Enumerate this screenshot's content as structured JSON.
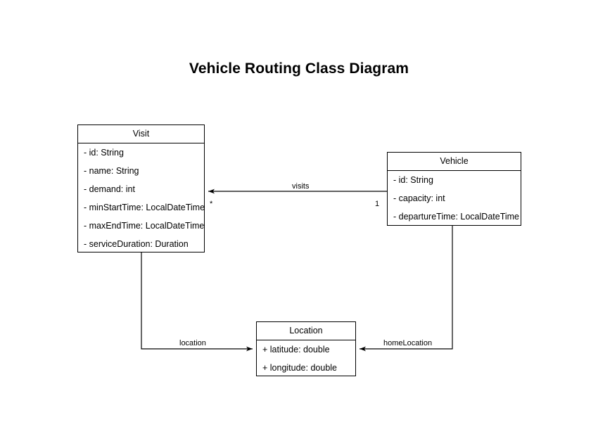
{
  "title": "Vehicle Routing Class Diagram",
  "classes": [
    {
      "id": "visit",
      "name": "Visit",
      "attributes": [
        "- id: String",
        "- name: String",
        "- demand: int",
        "- minStartTime: LocalDateTime",
        "- maxEndTime: LocalDateTime",
        "- serviceDuration: Duration"
      ]
    },
    {
      "id": "vehicle",
      "name": "Vehicle",
      "attributes": [
        "- id: String",
        "- capacity: int",
        "- departureTime: LocalDateTime"
      ]
    },
    {
      "id": "location",
      "name": "Location",
      "attributes": [
        "+ latitude: double",
        "+ longitude: double"
      ]
    }
  ],
  "edges": [
    {
      "id": "visits",
      "label": "visits",
      "from": "Vehicle",
      "to": "Visit",
      "source_multiplicity": "1",
      "target_multiplicity": "*"
    },
    {
      "id": "location",
      "label": "location",
      "from": "Visit",
      "to": "Location",
      "source_multiplicity": "",
      "target_multiplicity": ""
    },
    {
      "id": "home-location",
      "label": "homeLocation",
      "from": "Vehicle",
      "to": "Location",
      "source_multiplicity": "",
      "target_multiplicity": ""
    }
  ],
  "colors": {
    "stroke": "#000000",
    "fill": "#ffffff",
    "text": "#000000"
  }
}
